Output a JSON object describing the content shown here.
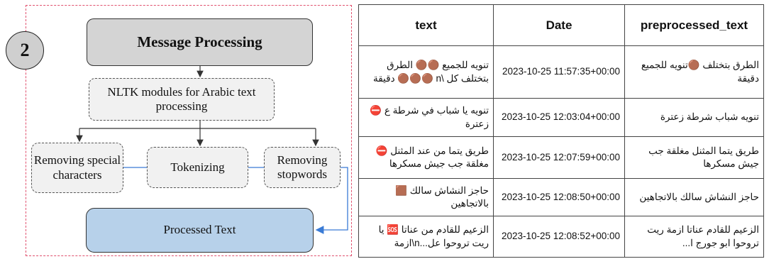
{
  "diagram": {
    "step_number": "2",
    "message_processing": "Message Processing",
    "nltk_modules": "NLTK modules for Arabic text processing",
    "removing_special_characters": "Removing special characters",
    "tokenizing": "Tokenizing",
    "removing_stopwords": "Removing stopwords",
    "processed_text": "Processed Text",
    "colors": {
      "frame_border": "#e0506e",
      "message_box": "#d4d4d4",
      "processed_box": "#b7d1ea",
      "arrow_blue": "#3a7bd5"
    }
  },
  "table": {
    "headers": [
      "text",
      "Date",
      "preprocessed_text"
    ],
    "rows": [
      {
        "text": "تنويه للجميع 🟤🟤 الطرق بتختلف كل \\n 🟤🟤🟤 دقيقة",
        "date": "2023-10-25 11:57:35+00:00",
        "preprocessed": "الطرق بتختلف 🟤تنويه للجميع دقيقة"
      },
      {
        "text": "تنويه يا شباب في شرطة ع ⛔ زعترة",
        "date": "2023-10-25 12:03:04+00:00",
        "preprocessed": "تنويه شباب شرطة زعترة"
      },
      {
        "text": "طريق يتما من عند المثنل ⛔ مغلقة جب جيش مسكرها",
        "date": "2023-10-25 12:07:59+00:00",
        "preprocessed": "طريق يتما المثنل مغلقة جب جيش مسكرها"
      },
      {
        "text": "حاجز النشاش سالك 🟫 بالاتجاهين",
        "date": "2023-10-25 12:08:50+00:00",
        "preprocessed": "حاجز النشاش سالك بالاتجاهين"
      },
      {
        "text": "الزعيم للقادم من عناتا 🆘 يا ريت تروحوا عل...n\\ازمة",
        "date": "2023-10-25 12:08:52+00:00",
        "preprocessed": "الزعيم للقادم عناتا ازمة ريت تروحوا ابو جورج ا..."
      }
    ]
  }
}
